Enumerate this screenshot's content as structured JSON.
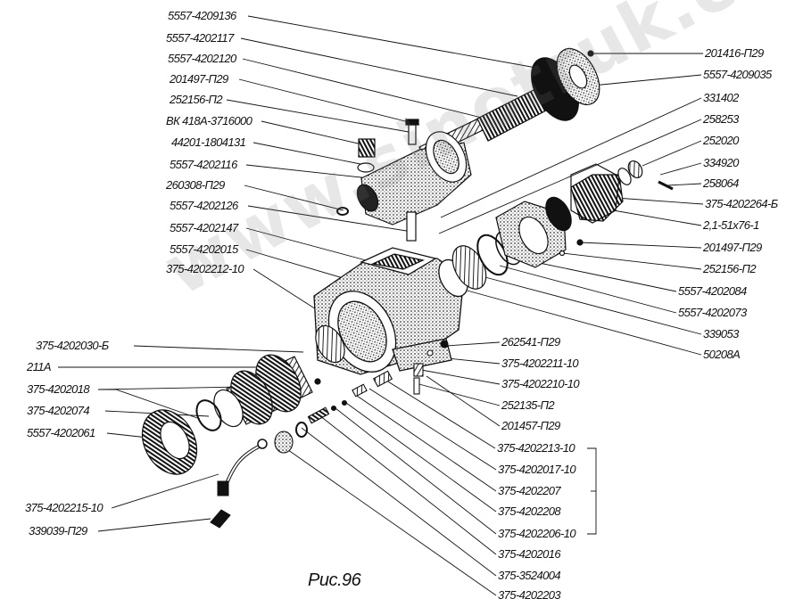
{
  "caption": "Рис.96",
  "watermark": "www.sinotruk.com",
  "labels": {
    "l_5557_4209136": "5557-4209136",
    "l_5557_4202117": "5557-4202117",
    "l_5557_4202120": "5557-4202120",
    "l_201497_p29_a": "201497-П29",
    "l_252156_p2_a": "252156-П2",
    "l_vk418a": "ВК 418А-3716000",
    "l_44201": "44201-1804131",
    "l_5557_4202116": "5557-4202116",
    "l_260308": "260308-П29",
    "l_5557_4202126": "5557-4202126",
    "l_5557_4202147": "5557-4202147",
    "l_5557_4202015": "5557-4202015",
    "l_375_4202212": "375-4202212-10",
    "l_375_4202030": "375-4202030-Б",
    "l_211a": "211А",
    "l_375_4202018": "375-4202018",
    "l_375_4202074": "375-4202074",
    "l_5557_4202061": "5557-4202061",
    "l_375_4202215": "375-4202215-10",
    "l_339039": "339039-П29",
    "l_201416": "201416-П29",
    "l_5557_4209035": "5557-4209035",
    "l_331402": "331402",
    "l_258253": "258253",
    "l_252020": "252020",
    "l_334920": "334920",
    "l_258064": "258064",
    "l_375_4202264": "375-4202264-Б",
    "l_21_51x76": "2,1-51х76-1",
    "l_201497_p29_b": "201497-П29",
    "l_252156_p2_b": "252156-П2",
    "l_5557_4202084": "5557-4202084",
    "l_5557_4202073": "5557-4202073",
    "l_339053": "339053",
    "l_50208a": "50208А",
    "l_262541": "262541-П29",
    "l_375_4202211": "375-4202211-10",
    "l_375_4202210": "375-4202210-10",
    "l_252135": "252135-П2",
    "l_201457": "201457-П29",
    "l_375_4202213": "375-4202213-10",
    "l_375_4202017": "375-4202017-10",
    "l_375_4202207": "375-4202207",
    "l_375_4202208": "375-4202208",
    "l_375_4202206": "375-4202206-10",
    "l_375_4202016": "375-4202016",
    "l_375_3524004": "375-3524004",
    "l_375_4202203": "375-4202203"
  }
}
